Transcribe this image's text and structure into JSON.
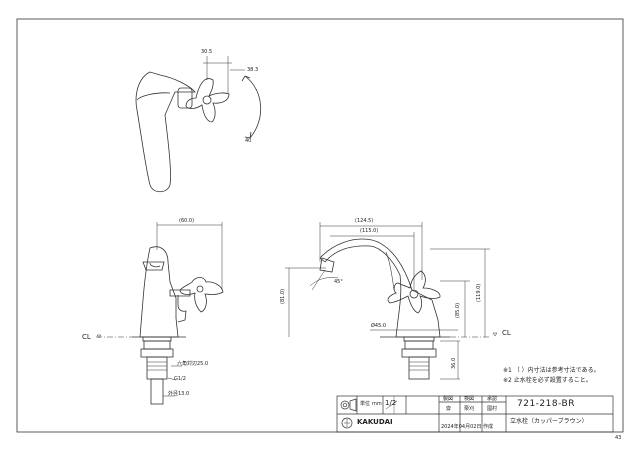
{
  "dims": {
    "top_d1": "30.5",
    "top_d2": "38.3",
    "top_d3": "40",
    "side_width": "(60.0)",
    "side_dia1": "六角対辺25.0",
    "side_thread": "G1/2",
    "side_dia2": "外径13.0",
    "front_w1": "(124.5)",
    "front_w2": "(115.0)",
    "front_h1": "(81.0)",
    "front_h2": "(85.0)",
    "front_h3": "(119.0)",
    "front_dia": "Ø45.0",
    "front_h4": "36.0",
    "front_angle": "45°",
    "cl_left": "CL",
    "cl_right": "CL"
  },
  "notes": {
    "note1": "※1 （ ）内寸法は参考寸法である。",
    "note2": "※2 止水栓を必ず設置すること。"
  },
  "title_block": {
    "unit_label": "単位",
    "unit_value": "mm",
    "scale_label": "尺度",
    "scale_value": "1/2",
    "col_seizu": "製図",
    "col_kenzu": "検図",
    "col_shonin": "承認",
    "name_seizu": "齋",
    "name_kenzu": "栗刈",
    "name_shonin": "國村",
    "part_no": "721-218-BR",
    "product": "立水栓（カッパーブラウン）",
    "brand": "KAKUDAI",
    "date": "2024年04月02日 作成"
  },
  "page_no": "43"
}
